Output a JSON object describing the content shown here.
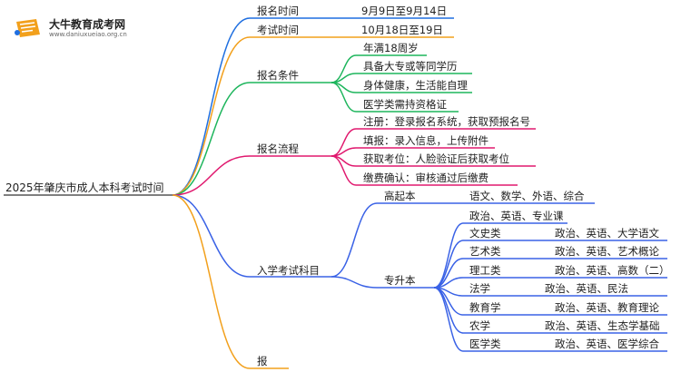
{
  "brand": {
    "name": "大牛教育成考网",
    "url": "www.daniuxueiao.org.cn"
  },
  "root": "2025年肇庆市成人本科考试时间",
  "branches": {
    "reg_time": {
      "label": "报名时间",
      "value": "9月9日至9月14日"
    },
    "exam_time": {
      "label": "考试时间",
      "value": "10月18日至19日"
    },
    "conditions": {
      "label": "报名条件",
      "items": [
        "年满18周岁",
        "具备大专或等同学历",
        "身体健康，生活能自理",
        "医学类需持资格证"
      ]
    },
    "process": {
      "label": "报名流程",
      "items": [
        "注册：登录报名系统，获取预报名号",
        "填报：录入信息，上传附件",
        "获取考位：人脸验证后获取考位",
        "缴费确认：审核通过后缴费"
      ]
    },
    "subjects": {
      "label": "入学考试科目",
      "gqb": {
        "label": "高起本",
        "value": "语文、数学、外语、综合"
      },
      "zsb": {
        "label": "专升本",
        "common": "政治、英语、专业课",
        "majors": [
          {
            "name": "文史类",
            "value": "政治、英语、大学语文"
          },
          {
            "name": "艺术类",
            "value": "政治、英语、艺术概论"
          },
          {
            "name": "理工类",
            "value": "政治、英语、高数（二）"
          },
          {
            "name": "法学",
            "value": "政治、英语、民法"
          },
          {
            "name": "教育学",
            "value": "政治、英语、教育理论"
          },
          {
            "name": "农学",
            "value": "政治、英语、生态学基础"
          },
          {
            "name": "医学类",
            "value": "政治、英语、医学综合"
          }
        ]
      }
    },
    "last": {
      "label": "报"
    }
  },
  "colors": {
    "reg_time": "#1f6fe0",
    "exam_time": "#f2a01c",
    "conditions": "#1db55c",
    "process": "#e0186e",
    "subjects": "#3a62e6",
    "last": "#f2a01c",
    "logo": "#f2a01c"
  }
}
